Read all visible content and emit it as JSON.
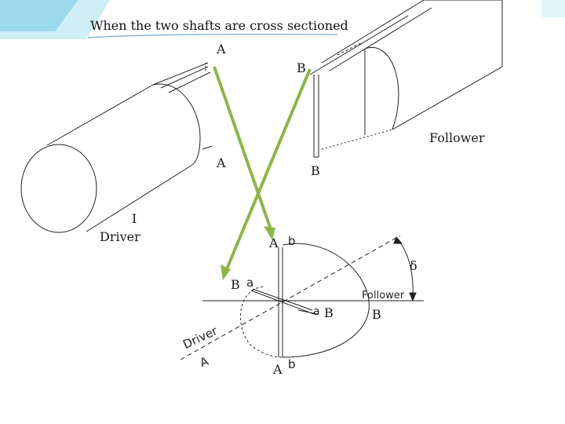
{
  "title": "When the two shafts are cross sectioned",
  "colors": {
    "arrow": "#8db54b",
    "corner_bar": "#8fd3e8",
    "line": "#222222"
  },
  "labels": {
    "a_top": "A",
    "b_top": "B",
    "a_mid": "A",
    "b_mid": "B",
    "follower": "Follower",
    "driver_numeral": "I",
    "driver": "Driver",
    "section_a_upper": "A",
    "section_b_upper": "b",
    "section_b_left": "B",
    "section_a_left": "a",
    "section_a_right": "a",
    "section_b_right": "B",
    "section_b_far": "B",
    "section_follower": "Follower",
    "section_delta": "δ",
    "section_driver": "Driver",
    "section_a_low": "A",
    "section_b_low": "b",
    "section_a_bottom": "A"
  }
}
